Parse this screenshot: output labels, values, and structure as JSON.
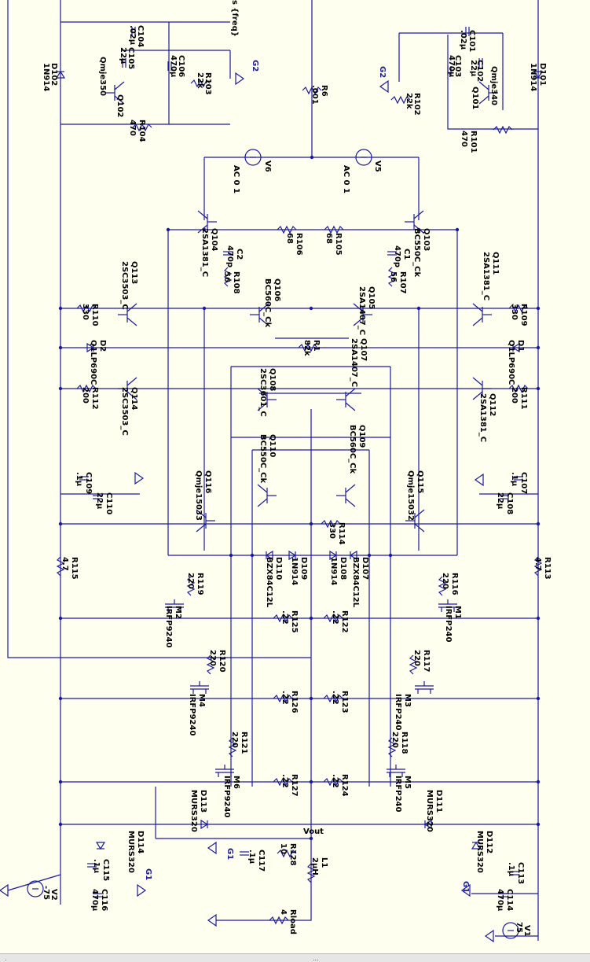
{
  "colors": {
    "wire": "#1a1aa0",
    "text": "#000000",
    "net": "#1a1aa0",
    "background": "#fffff0"
  },
  "header_fragment": "s {freq}",
  "status": {
    "grip": "...",
    "left": "."
  },
  "sources": [
    {
      "ref": "V1",
      "value": "75"
    },
    {
      "ref": "V2",
      "value": "-75"
    },
    {
      "ref": "V5",
      "value": "AC 0 1"
    },
    {
      "ref": "V6",
      "value": "AC 0 1"
    }
  ],
  "nets": {
    "g1": "G1",
    "g2": "G2",
    "vout": "Vout"
  },
  "labels": [
    "C101",
    ".02µ",
    "C102",
    "22µ",
    "C103",
    "470µ",
    "Qmje340",
    "Q101",
    "R101",
    "470",
    "R102",
    "22k",
    "D101",
    "1N914",
    "C104",
    ".02µ",
    "C105",
    "22µ",
    "C106",
    "470µ",
    "Qmje350",
    "Q102",
    "R104",
    "470",
    "R103",
    "22k",
    "D102",
    "1N914",
    "R6",
    ".001",
    "Q103",
    "BC550C_Ck",
    "C1",
    "470p",
    "R107",
    "56",
    "R105",
    "68",
    "Q104",
    "2SA1381_C",
    "C2",
    "470p",
    "R108",
    "56",
    "R106",
    "68",
    "Q105",
    "2SA1407_C",
    "Q106",
    "BC560C_Ck",
    "Q111",
    "2SA1381_C",
    "R109",
    "330",
    "D1",
    "Q1LP690C",
    "R111",
    "200",
    "Q112",
    "2SA1381_C",
    "Q113",
    "2SC3503_C",
    "R110",
    "330",
    "D2",
    "Q1LP690C",
    "R112",
    "200",
    "Q114",
    "2SC3503_C",
    "R1",
    "82k",
    "Q107",
    "2SA1407_C",
    "Q108",
    "2SC3601_C",
    "Q109",
    "BC560C_Ck",
    "Q110",
    "BC550C_Ck",
    "C107",
    ".1µ",
    "C108",
    "22µ",
    "C109",
    ".1µ",
    "C110",
    "22µ",
    "Q115",
    "Qmje15032",
    "Q116",
    "Qmje15033",
    "R114",
    "330",
    "R113",
    "4.7",
    "R115",
    "4.7",
    "D107",
    "BZX84C12L",
    "D108",
    "1N914",
    "D109",
    "1N914",
    "D110",
    "BZX84C12L",
    "R116",
    "220",
    "M1",
    "IRFP240",
    "R119",
    "220",
    "M2",
    "IRFP9240",
    "R122",
    ".22",
    "R125",
    ".22",
    "R117",
    "220",
    "M3",
    "IRFP240",
    "R120",
    "220",
    "M4",
    "IRFP9240",
    "R123",
    ".22",
    "R126",
    ".22",
    "R118",
    "220",
    "M5",
    "IRFP240",
    "R121",
    "220",
    "M6",
    "IRFP9240",
    "R124",
    ".22",
    "R127",
    ".22",
    "D111",
    "MURS320",
    "D113",
    "MURS320",
    "D112",
    "MURS320",
    "D114",
    "MURS320",
    "C113",
    ".1µ",
    "C114",
    "470µ",
    "C115",
    ".1µ",
    "C116",
    "470µ",
    "C117",
    ".1µ",
    "R128",
    "10",
    "L1",
    "2µH",
    "Rload",
    "4"
  ]
}
